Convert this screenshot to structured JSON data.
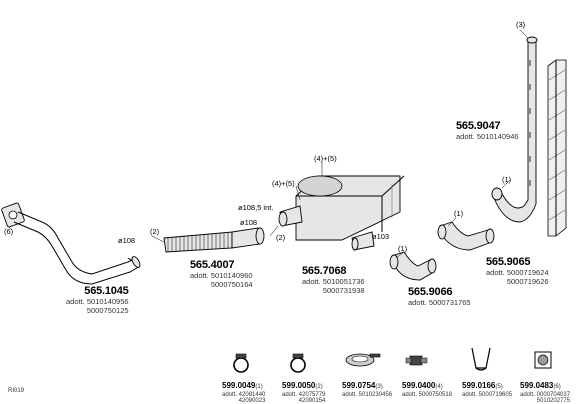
{
  "parts": {
    "p1045": {
      "number": "565.1045",
      "adott": "adott. 5010140956",
      "alt": "5000750125"
    },
    "p4007": {
      "number": "565.4007",
      "adott": "adott. 5010140960",
      "alt": "5000750164"
    },
    "p7068": {
      "number": "565.7068",
      "adott": "adott. 5010051736",
      "alt": "5000731938"
    },
    "p9066": {
      "number": "565.9066",
      "adott": "adott. 5000731765"
    },
    "p9065": {
      "number": "565.9065",
      "adott": "adott. 5000719624",
      "alt": "5000719626"
    },
    "p9047": {
      "number": "565.9047",
      "adott": "adott. 5010140946"
    }
  },
  "annotations": {
    "a6": "(6)",
    "a2a": "(2)",
    "a2b": "(2)",
    "a1a": "(1)",
    "a1b": "(1)",
    "a1c": "(1)",
    "a3": "(3)",
    "a45a": "(4)+(5)",
    "a45b": "(4)+(5)",
    "d108a": "ø108",
    "d108b": "ø108",
    "d1085": "ø108,5 int.",
    "d103": "ø103"
  },
  "accessories": [
    {
      "number": "599.0049",
      "idx": "(1)",
      "adott": "adott. 42081440",
      "alt": "42090023"
    },
    {
      "number": "599.0050",
      "idx": "(2)",
      "adott": "adott. 42075779",
      "alt": "42090154"
    },
    {
      "number": "599.0754",
      "idx": "(3)",
      "adott": "adott. 5010230456",
      "alt": ""
    },
    {
      "number": "599.0400",
      "idx": "(4)",
      "adott": "adott. 5000750518",
      "alt": ""
    },
    {
      "number": "599.0166",
      "idx": "(5)",
      "adott": "adott. 5000719605",
      "alt": ""
    },
    {
      "number": "599.0483",
      "idx": "(6)",
      "adott": "adott. 0000704037",
      "alt": "5010202775"
    }
  ],
  "footer": {
    "code": "RI019"
  },
  "icons": [
    "clamp-icon",
    "clamp-icon",
    "gasket-ring-icon",
    "rubber-mount-icon",
    "bracket-icon",
    "flange-gasket-icon"
  ]
}
